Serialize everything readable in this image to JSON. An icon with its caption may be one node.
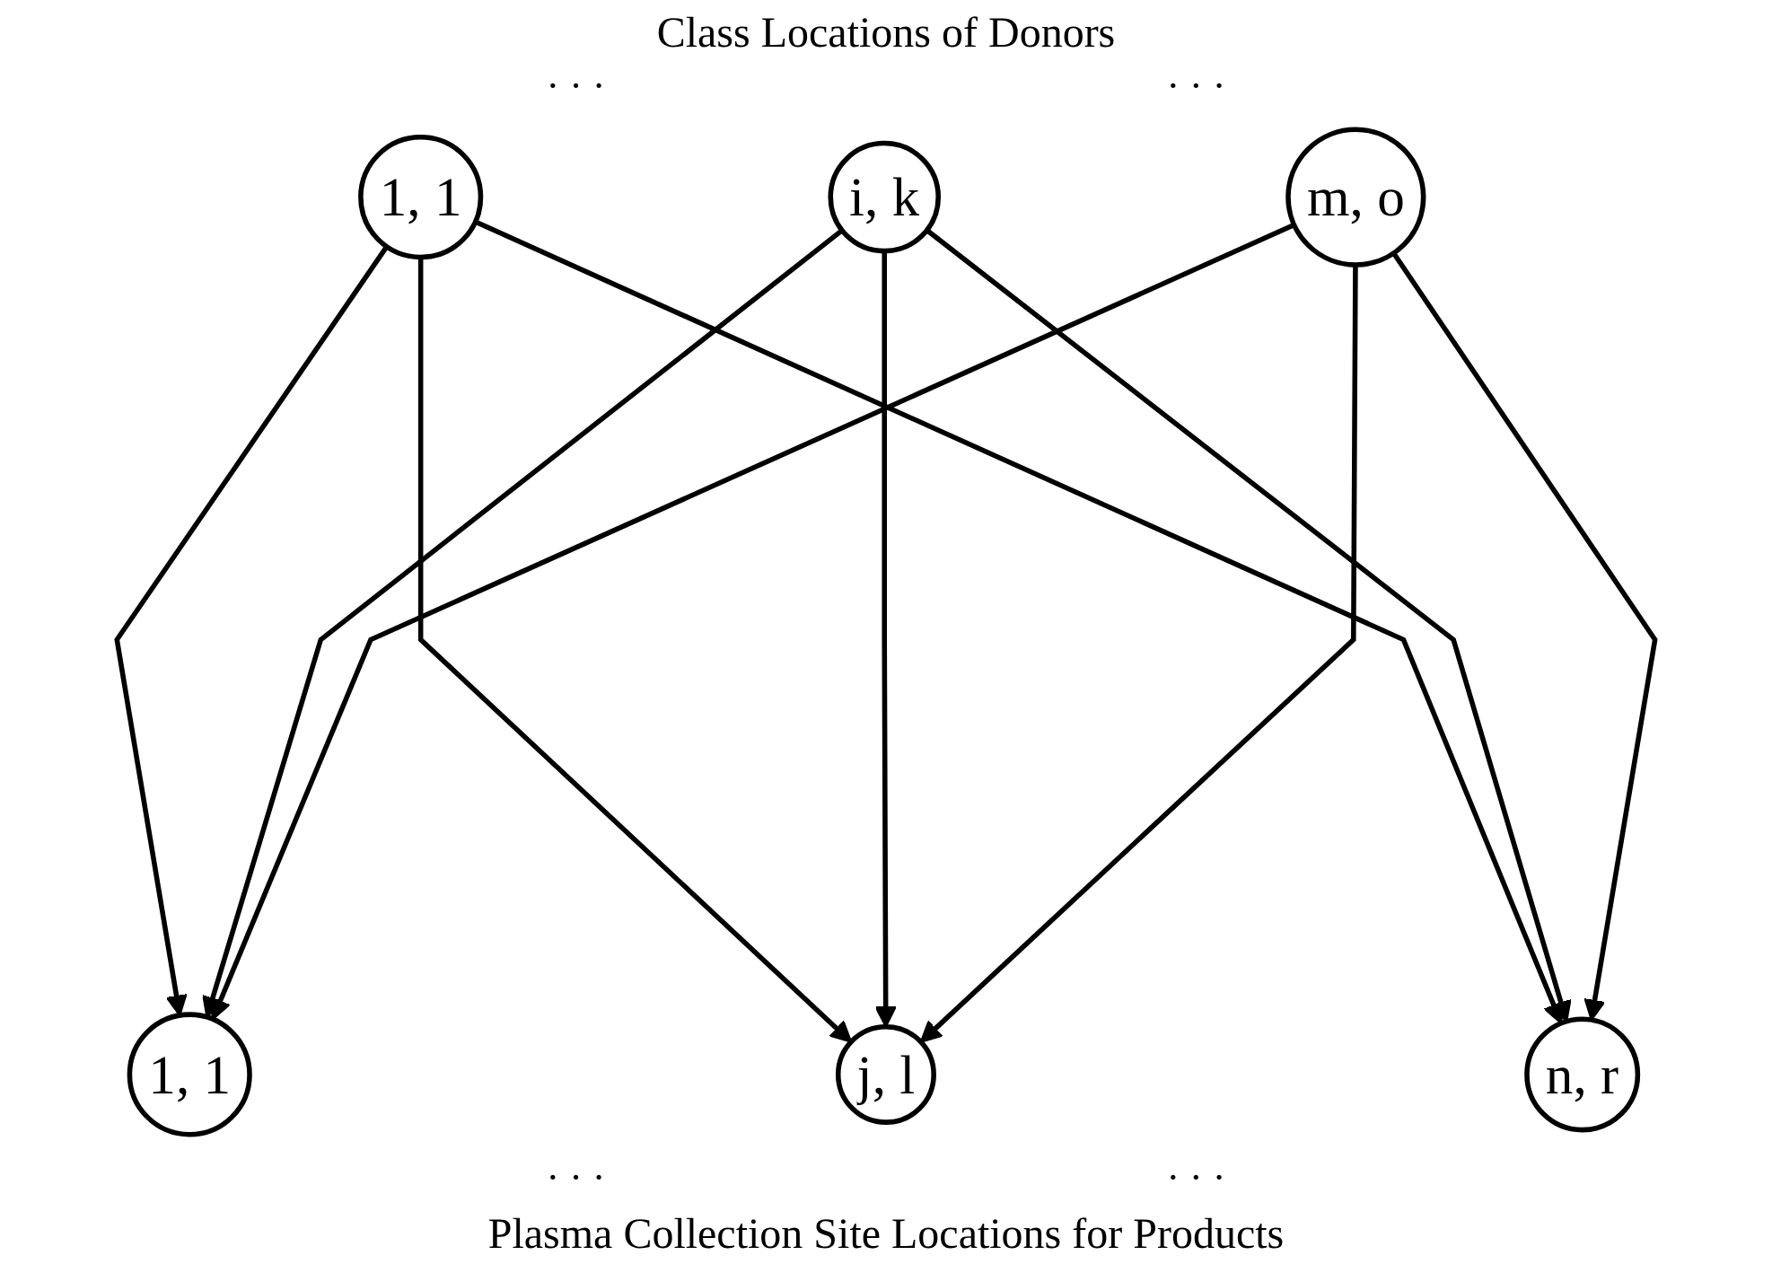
{
  "diagram": {
    "title": "Class Locations of Donors",
    "caption": "Plasma Collection Site Locations for Products",
    "nodes": [
      {
        "text": [
          "1, 1"
        ]
      },
      {
        "text": [
          "i, k"
        ]
      },
      {
        "text": [
          "m, o"
        ]
      },
      {
        "text": [
          "1, 1"
        ]
      },
      {
        "text": [
          "j, l"
        ]
      },
      {
        "text": [
          "n, r"
        ]
      }
    ],
    "edges": [
      {
        "from": 0,
        "to": 3,
        "arrow": "to"
      },
      {
        "from": 0,
        "to": 4,
        "arrow": "to"
      },
      {
        "from": 0,
        "to": 5,
        "arrow": "to"
      },
      {
        "from": 1,
        "to": 3,
        "arrow": "to"
      },
      {
        "from": 1,
        "to": 4,
        "arrow": "to"
      },
      {
        "from": 1,
        "to": 5,
        "arrow": "to"
      },
      {
        "from": 2,
        "to": 3,
        "arrow": "to"
      },
      {
        "from": 2,
        "to": 4,
        "arrow": "to"
      },
      {
        "from": 2,
        "to": 5,
        "arrow": "to"
      }
    ],
    "labels": [
      "· · ·",
      "· · ·",
      "· · ·",
      "· · ·"
    ]
  }
}
